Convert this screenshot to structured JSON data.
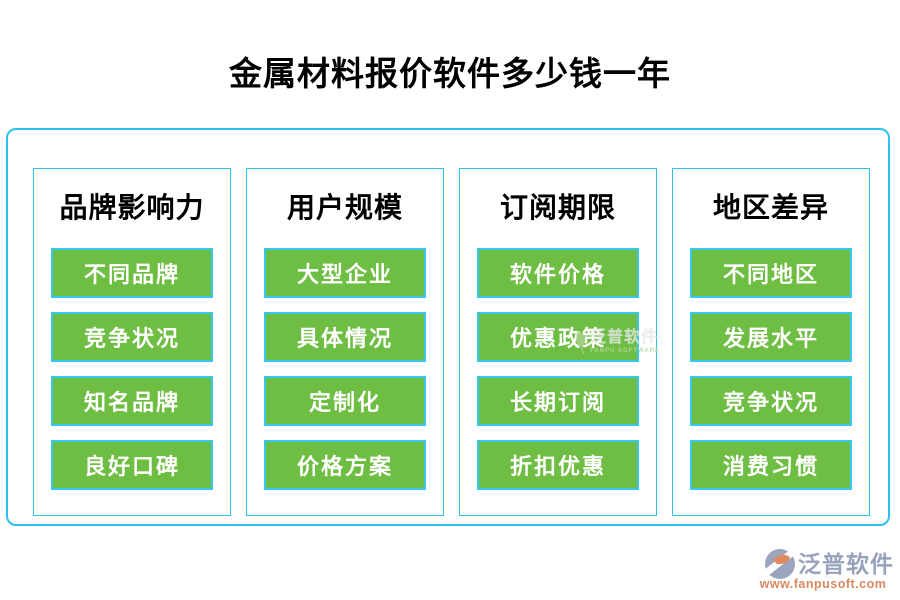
{
  "title": "金属材料报价软件多少钱一年",
  "columns": [
    {
      "header": "品牌影响力",
      "items": [
        "不同品牌",
        "竞争状况",
        "知名品牌",
        "良好口碑"
      ]
    },
    {
      "header": "用户规模",
      "items": [
        "大型企业",
        "具体情况",
        "定制化",
        "价格方案"
      ]
    },
    {
      "header": "订阅期限",
      "items": [
        "软件价格",
        "优惠政策",
        "长期订阅",
        "折扣优惠"
      ]
    },
    {
      "header": "地区差异",
      "items": [
        "不同地区",
        "发展水平",
        "竞争状况",
        "消费习惯"
      ]
    }
  ],
  "watermark": {
    "text": "泛普软件",
    "subtext": "FANPU SOFTWARE"
  },
  "logo": {
    "name": "泛普软件",
    "url": "www.fanpusoft.com"
  },
  "colors": {
    "button_green": "#6fbe44",
    "border_cyan": "#2bc3ec",
    "title_black": "#000000",
    "logo_gray_blue": "#98a3bb",
    "logo_orange": "#d9885f",
    "watermark_green": "#b8d8a0"
  }
}
